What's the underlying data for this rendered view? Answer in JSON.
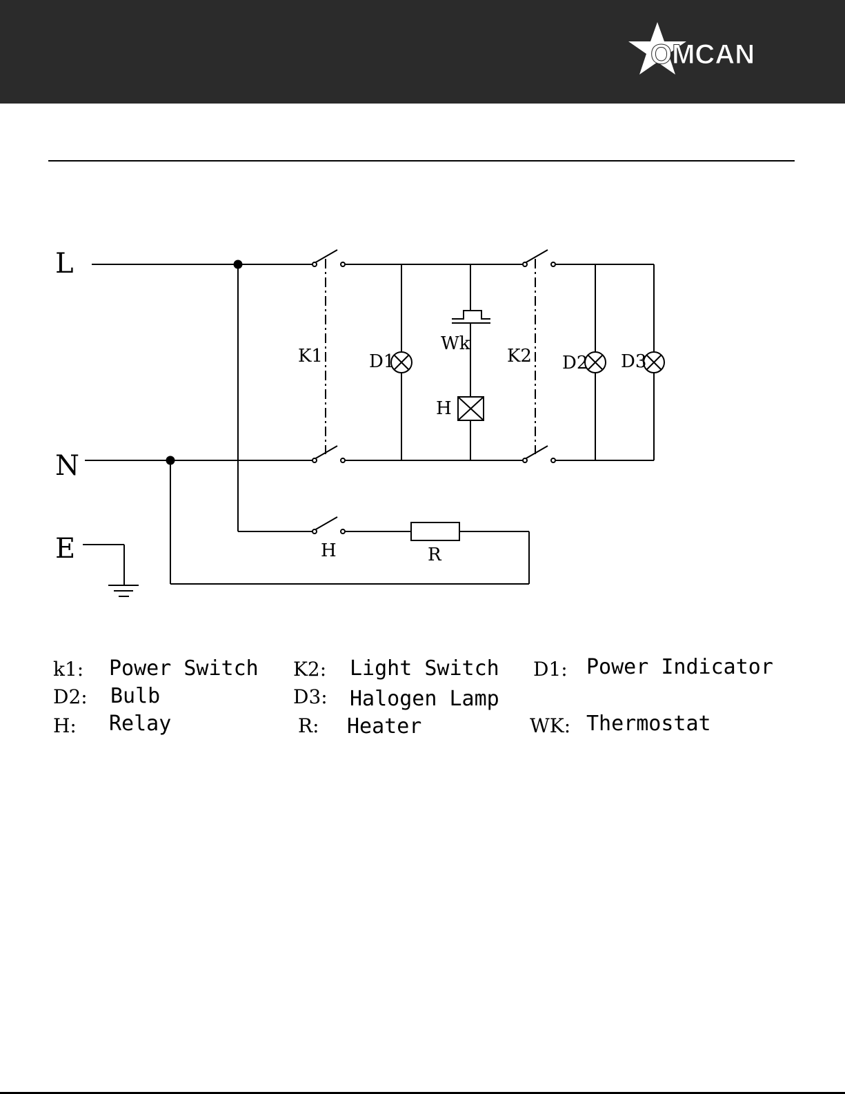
{
  "brand": {
    "logo_text": "OMCAN",
    "header_color": "#2b2b2b"
  },
  "diagram": {
    "terminals": {
      "line": "L",
      "neutral": "N",
      "earth": "E"
    },
    "components": {
      "k1": "K1",
      "k2": "K2",
      "d1": "D1",
      "d2": "D2",
      "d3": "D3",
      "wk": "Wk",
      "relay": "H",
      "relay_switch": "H",
      "heater": "R"
    }
  },
  "legend": [
    {
      "key": "k1:",
      "desc": "Power Switch"
    },
    {
      "key": "K2:",
      "desc": "Light Switch"
    },
    {
      "key": "D1:",
      "desc": "Power Indicator"
    },
    {
      "key": "D2:",
      "desc": "Bulb"
    },
    {
      "key": "D3:",
      "desc": "Halogen Lamp"
    },
    {
      "key": "H:",
      "desc": "Relay"
    },
    {
      "key": "R:",
      "desc": "Heater"
    },
    {
      "key": "WK:",
      "desc": "Thermostat"
    }
  ]
}
